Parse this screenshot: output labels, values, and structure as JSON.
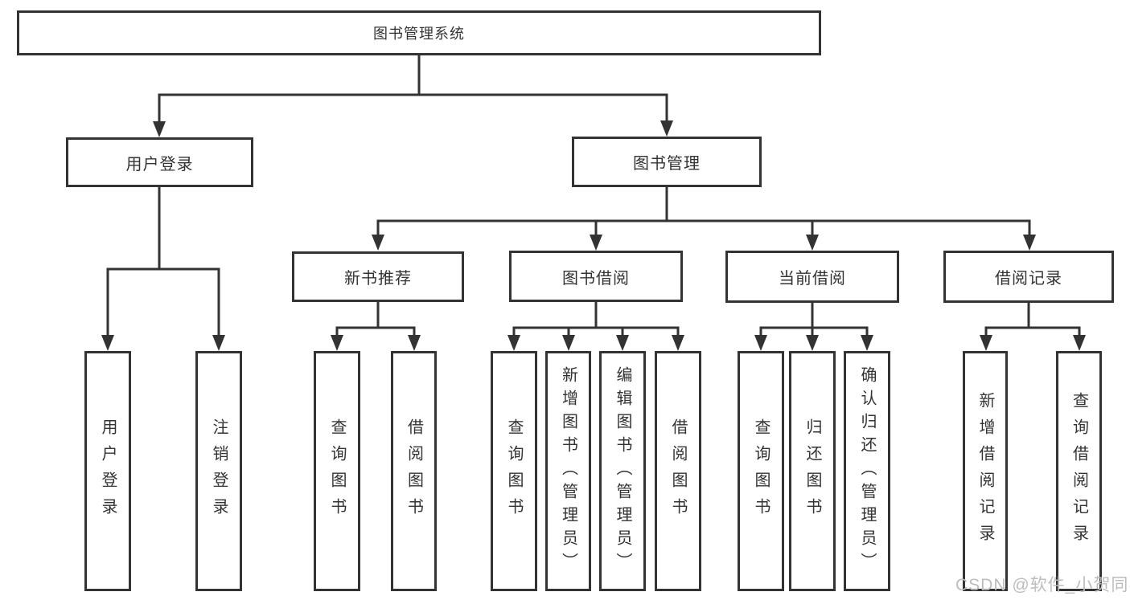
{
  "diagram": {
    "type": "hierarchy-tree",
    "colors": {
      "line": "#333333",
      "box_border": "#333333",
      "box_fill": "#ffffff",
      "text": "#333333",
      "watermark_text": "#bdbdbd"
    },
    "nodes": {
      "root": {
        "label": "图书管理系统"
      },
      "user_login": {
        "label": "用户登录"
      },
      "book_mgmt": {
        "label": "图书管理"
      },
      "new_book_rec": {
        "label": "新书推荐"
      },
      "book_borrow": {
        "label": "图书借阅"
      },
      "current_borrow": {
        "label": "当前借阅"
      },
      "borrow_records": {
        "label": "借阅记录"
      },
      "leaf_user_login": {
        "label": "用户登录"
      },
      "leaf_logout": {
        "label": "注销登录"
      },
      "leaf_query_book_1": {
        "label": "查询图书"
      },
      "leaf_borrow_book_1": {
        "label": "借阅图书"
      },
      "leaf_query_book_2": {
        "label": "查询图书"
      },
      "leaf_add_book": {
        "label": "新增图书（管理员）"
      },
      "leaf_edit_book": {
        "label": "编辑图书（管理员）"
      },
      "leaf_borrow_book_2": {
        "label": "借阅图书"
      },
      "leaf_query_book_3": {
        "label": "查询图书"
      },
      "leaf_return_book": {
        "label": "归还图书"
      },
      "leaf_confirm_return": {
        "label": "确认归还（管理员）"
      },
      "leaf_add_record": {
        "label": "新增借阅记录"
      },
      "leaf_query_record": {
        "label": "查询借阅记录"
      }
    },
    "edges": [
      [
        "root",
        "user_login"
      ],
      [
        "root",
        "book_mgmt"
      ],
      [
        "user_login",
        "leaf_user_login"
      ],
      [
        "user_login",
        "leaf_logout"
      ],
      [
        "book_mgmt",
        "new_book_rec"
      ],
      [
        "book_mgmt",
        "book_borrow"
      ],
      [
        "book_mgmt",
        "current_borrow"
      ],
      [
        "book_mgmt",
        "borrow_records"
      ],
      [
        "new_book_rec",
        "leaf_query_book_1"
      ],
      [
        "new_book_rec",
        "leaf_borrow_book_1"
      ],
      [
        "book_borrow",
        "leaf_query_book_2"
      ],
      [
        "book_borrow",
        "leaf_add_book"
      ],
      [
        "book_borrow",
        "leaf_edit_book"
      ],
      [
        "book_borrow",
        "leaf_borrow_book_2"
      ],
      [
        "current_borrow",
        "leaf_query_book_3"
      ],
      [
        "current_borrow",
        "leaf_return_book"
      ],
      [
        "current_borrow",
        "leaf_confirm_return"
      ],
      [
        "borrow_records",
        "leaf_add_record"
      ],
      [
        "borrow_records",
        "leaf_query_record"
      ]
    ],
    "watermark": "CSDN @软件_小贺同学"
  }
}
